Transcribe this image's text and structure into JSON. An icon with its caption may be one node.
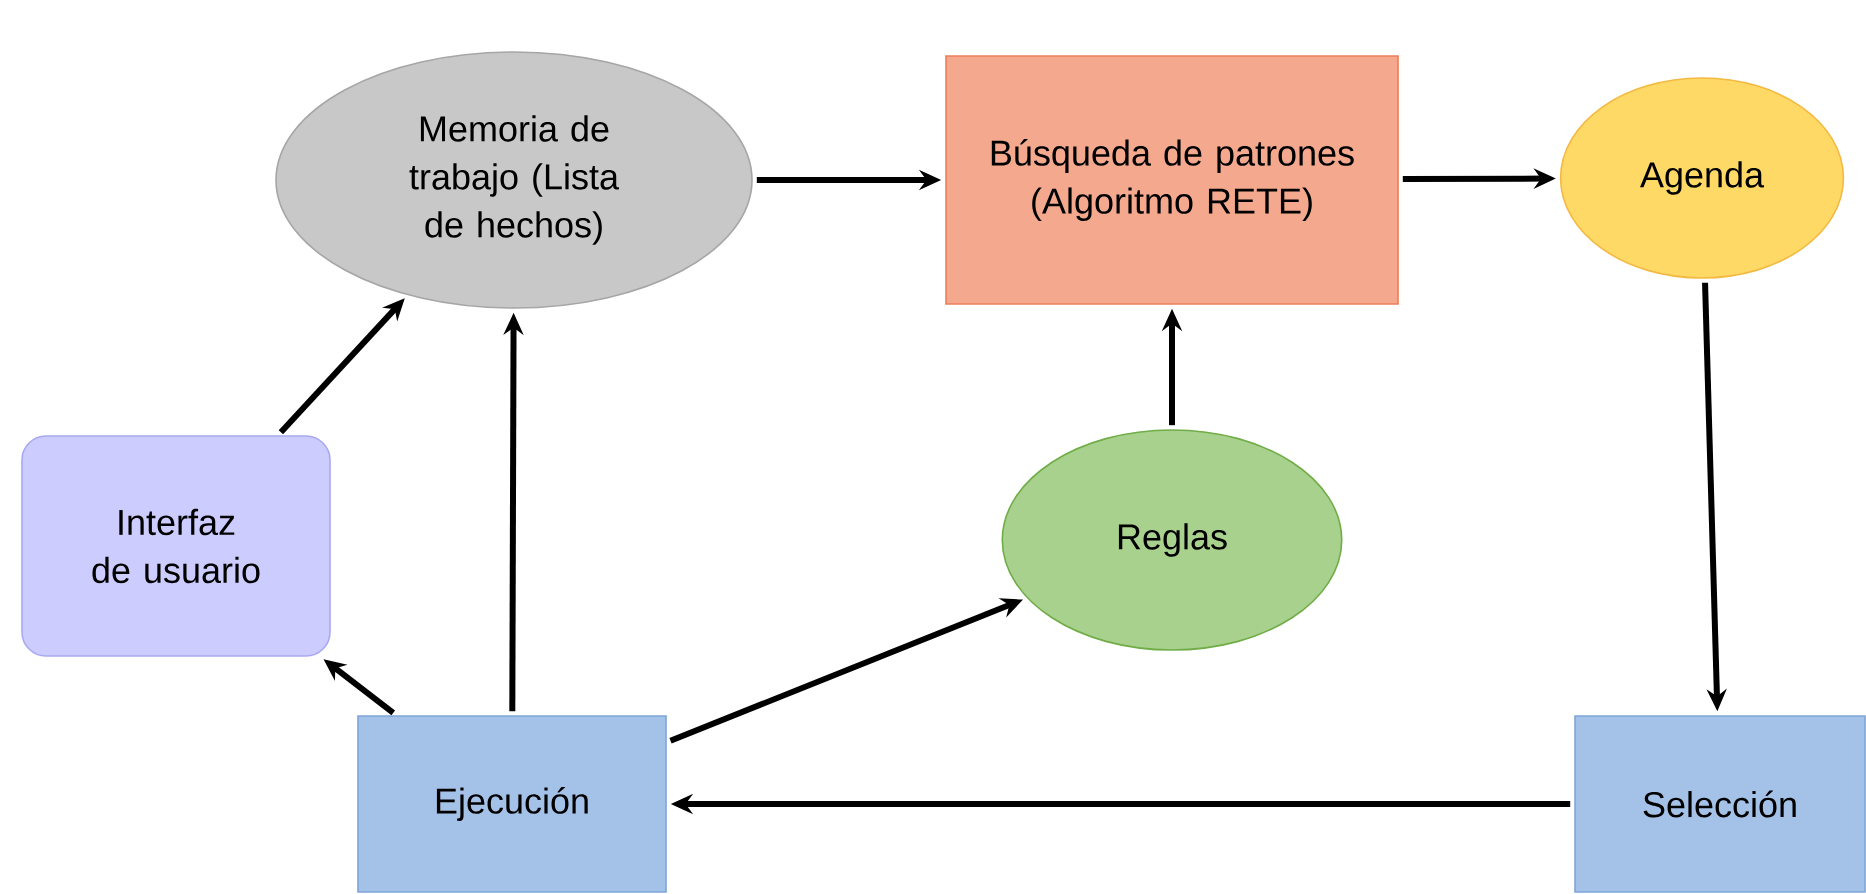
{
  "diagram": {
    "nodes": [
      {
        "text": [
          "Memoria de trabajo (Lista de hechos)"
        ]
      },
      {
        "text": [
          "Búsqueda de patrones (Algoritmo RETE)"
        ]
      },
      {
        "text": [
          "Agenda"
        ]
      },
      {
        "text": [
          "Interfaz de usuario"
        ]
      },
      {
        "text": [
          "Reglas"
        ]
      },
      {
        "text": [
          "Ejecución"
        ]
      },
      {
        "text": [
          "Selección"
        ]
      }
    ],
    "edges": [
      {
        "from": 3,
        "to": 0,
        "arrow": "to"
      },
      {
        "from": 0,
        "to": 1,
        "arrow": "to"
      },
      {
        "from": 1,
        "to": 2,
        "arrow": "to"
      },
      {
        "from": 4,
        "to": 1,
        "arrow": "to"
      },
      {
        "from": 2,
        "to": 6,
        "arrow": "to"
      },
      {
        "from": 6,
        "to": 5,
        "arrow": "to"
      },
      {
        "from": 5,
        "to": 3,
        "arrow": "to"
      },
      {
        "from": 5,
        "to": 0,
        "arrow": "to"
      },
      {
        "from": 5,
        "to": 4,
        "arrow": "to"
      }
    ]
  }
}
